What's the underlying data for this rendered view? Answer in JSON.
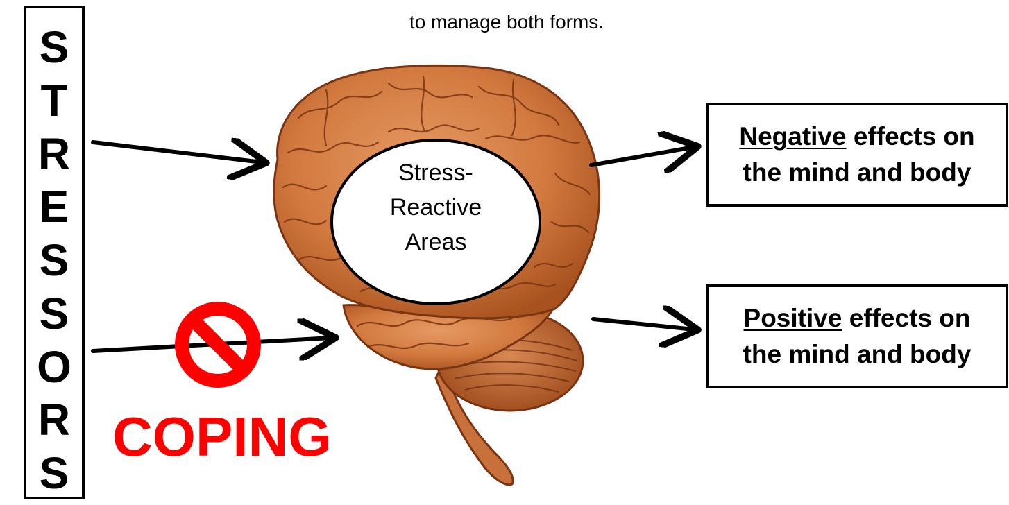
{
  "top_text": "to manage both forms.",
  "stressors_letters": [
    "S",
    "T",
    "R",
    "E",
    "S",
    "S",
    "O",
    "R",
    "S"
  ],
  "center_label": [
    "Stress-",
    "Reactive",
    "Areas"
  ],
  "negative_box": {
    "keyword": "Negative",
    "rest": "effects on",
    "line2": "the mind and body"
  },
  "positive_box": {
    "keyword": "Positive",
    "rest": "effects on",
    "line2": "the mind and body"
  },
  "coping_label": "COPING",
  "colors": {
    "brain": "#d2793f",
    "brain_dark": "#7a3412",
    "coping_red": "#ff0000",
    "outline": "#000000"
  },
  "icons": {
    "prohibition": "prohibition-sign-icon",
    "brain": "brain-illustration"
  }
}
